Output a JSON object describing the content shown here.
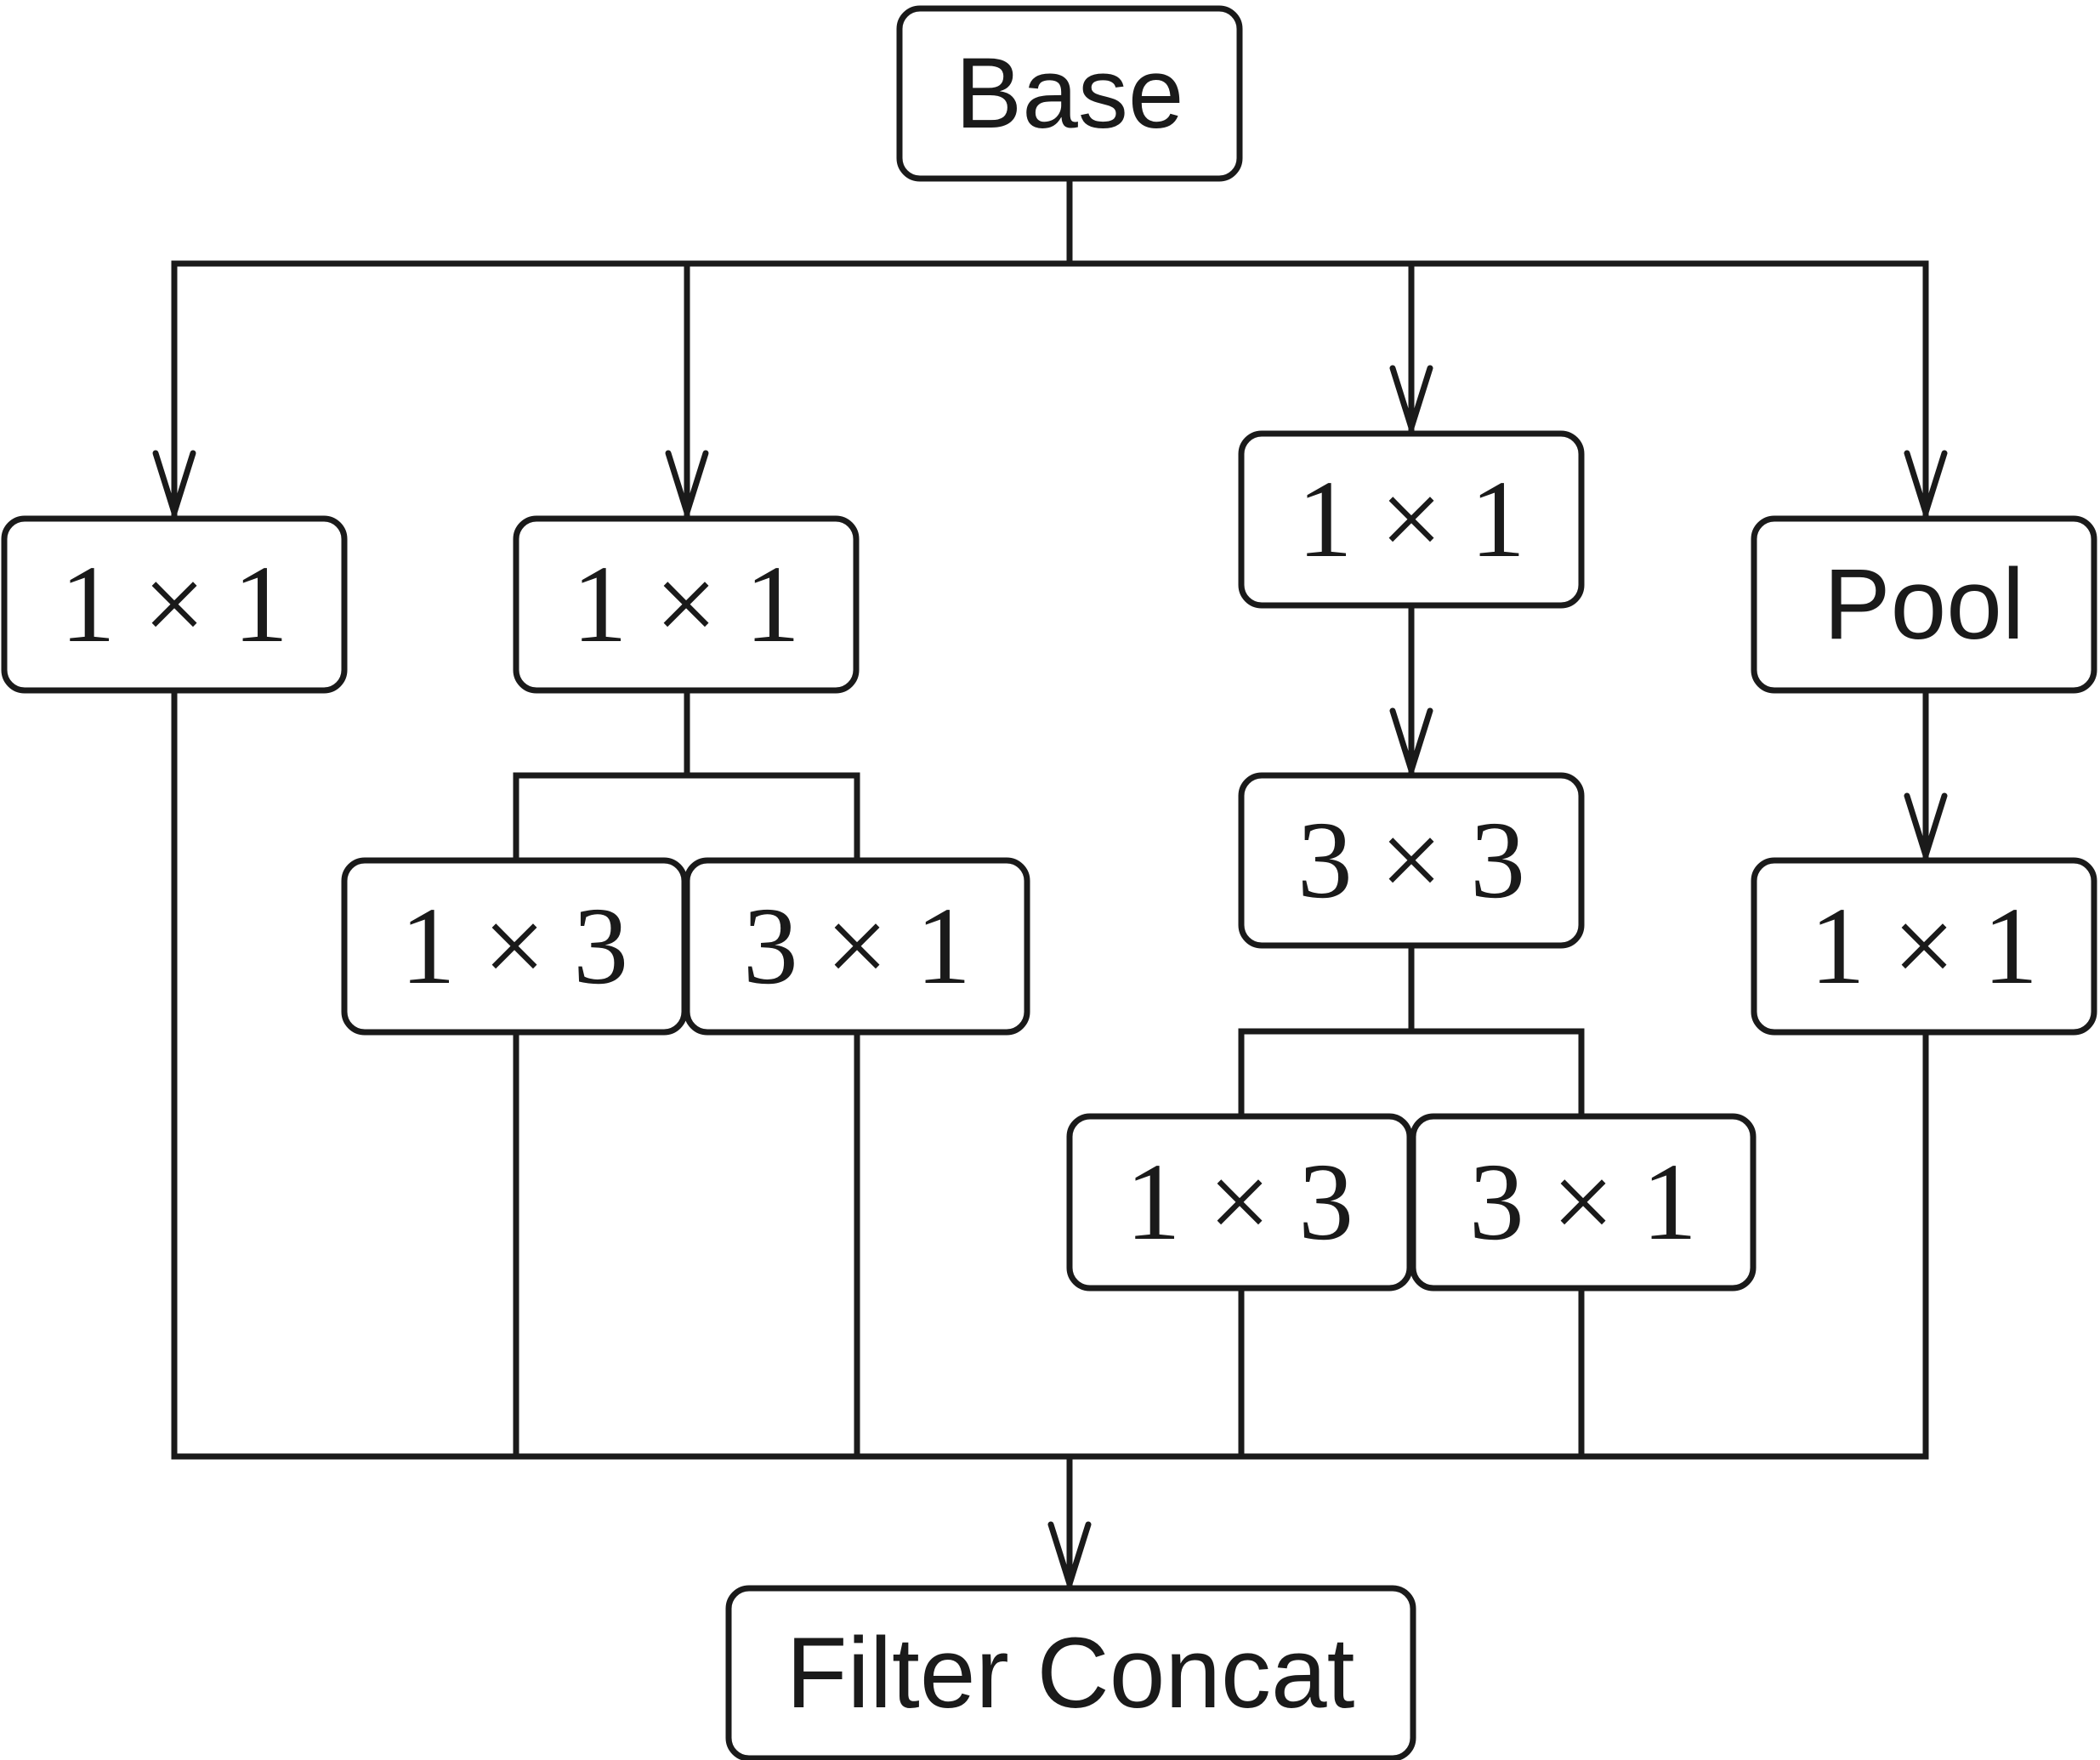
{
  "nodes": {
    "base": {
      "label": "Base"
    },
    "b1_conv1x1": {
      "label": "1 × 1"
    },
    "b2_conv1x1": {
      "label": "1 × 1"
    },
    "b2_conv1x3": {
      "label": "1 × 3"
    },
    "b2_conv3x1": {
      "label": "3 × 1"
    },
    "b3_conv1x1": {
      "label": "1 × 1"
    },
    "b3_conv3x3": {
      "label": "3 × 3"
    },
    "b3_conv1x3": {
      "label": "1 × 3"
    },
    "b3_conv3x1": {
      "label": "3 × 1"
    },
    "b4_pool": {
      "label": "Pool"
    },
    "b4_conv1x1": {
      "label": "1 × 1"
    },
    "filter_concat": {
      "label": "Filter Concat"
    }
  },
  "edges": [
    {
      "from": "base",
      "to": "b1_conv1x1",
      "arrow": true
    },
    {
      "from": "base",
      "to": "b2_conv1x1",
      "arrow": true
    },
    {
      "from": "base",
      "to": "b3_conv1x1",
      "arrow": true
    },
    {
      "from": "base",
      "to": "b4_pool",
      "arrow": true
    },
    {
      "from": "b2_conv1x1",
      "to": "b2_conv1x3",
      "arrow": false
    },
    {
      "from": "b2_conv1x1",
      "to": "b2_conv3x1",
      "arrow": false
    },
    {
      "from": "b3_conv1x1",
      "to": "b3_conv3x3",
      "arrow": true
    },
    {
      "from": "b3_conv3x3",
      "to": "b3_conv1x3",
      "arrow": false
    },
    {
      "from": "b3_conv3x3",
      "to": "b3_conv3x1",
      "arrow": false
    },
    {
      "from": "b4_pool",
      "to": "b4_conv1x1",
      "arrow": true
    },
    {
      "from": "b1_conv1x1",
      "to": "filter_concat",
      "arrow": true
    },
    {
      "from": "b2_conv1x3",
      "to": "filter_concat",
      "arrow": true
    },
    {
      "from": "b2_conv3x1",
      "to": "filter_concat",
      "arrow": true
    },
    {
      "from": "b3_conv1x3",
      "to": "filter_concat",
      "arrow": true
    },
    {
      "from": "b3_conv3x1",
      "to": "filter_concat",
      "arrow": true
    },
    {
      "from": "b4_conv1x1",
      "to": "filter_concat",
      "arrow": true
    }
  ],
  "colors": {
    "stroke": "#1a1a1a",
    "box_fill": "#ffffff",
    "background": "#ffffff"
  }
}
